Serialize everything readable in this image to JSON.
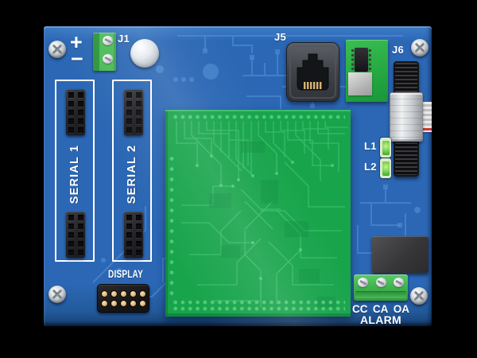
{
  "labels": {
    "j1": "J1",
    "j5": "J5",
    "j6": "J6",
    "plus": "+",
    "minus": "−",
    "serial_ports": [
      {
        "label": "SERIAL 1"
      },
      {
        "label": "SERIAL 2"
      }
    ],
    "leds": [
      {
        "label": "L1"
      },
      {
        "label": "L2"
      }
    ],
    "display": "DISPLAY",
    "alarm": {
      "pins": [
        "CC",
        "CA",
        "OA"
      ],
      "label": "ALARM"
    }
  },
  "colors": {
    "background": "#000000",
    "board_blue": "#2b67b4",
    "trace_blue": "#4f8dd3",
    "pcb_green": "#18a44b",
    "trace_green": "#4ac878",
    "terminal_green": "#3fb74e",
    "led_green": "#6fcf4a",
    "ribbon_red": "#d23434",
    "label_white": "#ffffff"
  }
}
